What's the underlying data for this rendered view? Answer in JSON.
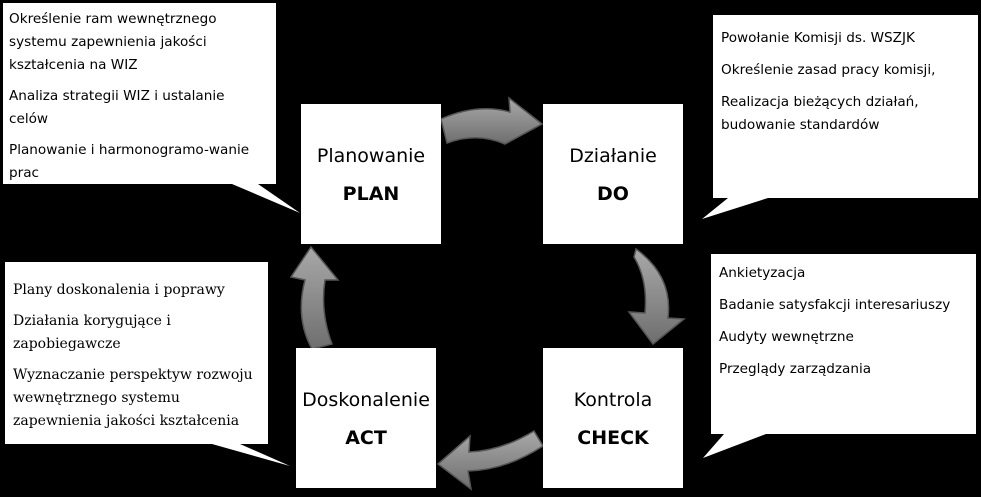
{
  "stages": {
    "plan": {
      "name": "Planowanie",
      "code": "PLAN"
    },
    "do": {
      "name": "Działanie",
      "code": "DO"
    },
    "check": {
      "name": "Kontrola",
      "code": "CHECK"
    },
    "act": {
      "name": "Doskonalenie",
      "code": "ACT"
    }
  },
  "callouts": {
    "plan": [
      "Określenie ram wewnętrznego systemu zapewnienia jakości kształcenia na WIZ",
      "Analiza strategii WIZ i ustalanie celów",
      "Planowanie i harmonogramo-wanie prac"
    ],
    "do": [
      "Powołanie Komisji ds. WSZJK",
      "Określenie zasad pracy komisji,",
      "Realizacja bieżących działań, budowanie standardów"
    ],
    "check": [
      "Ankietyzacja",
      "Badanie satysfakcji interesariuszy",
      "Audyty wewnętrzne",
      "Przeglądy zarządzania"
    ],
    "act": [
      "Plany doskonalenia i poprawy",
      "Działania korygujące i zapobiegawcze",
      "Wyznaczanie perspektyw rozwoju wewnętrznego systemu zapewnienia jakości kształcenia"
    ]
  },
  "colors": {
    "background": "#000000",
    "box": "#ffffff",
    "arrow_fill": "#8c8c8c",
    "arrow_edge": "#5a5a5a"
  }
}
